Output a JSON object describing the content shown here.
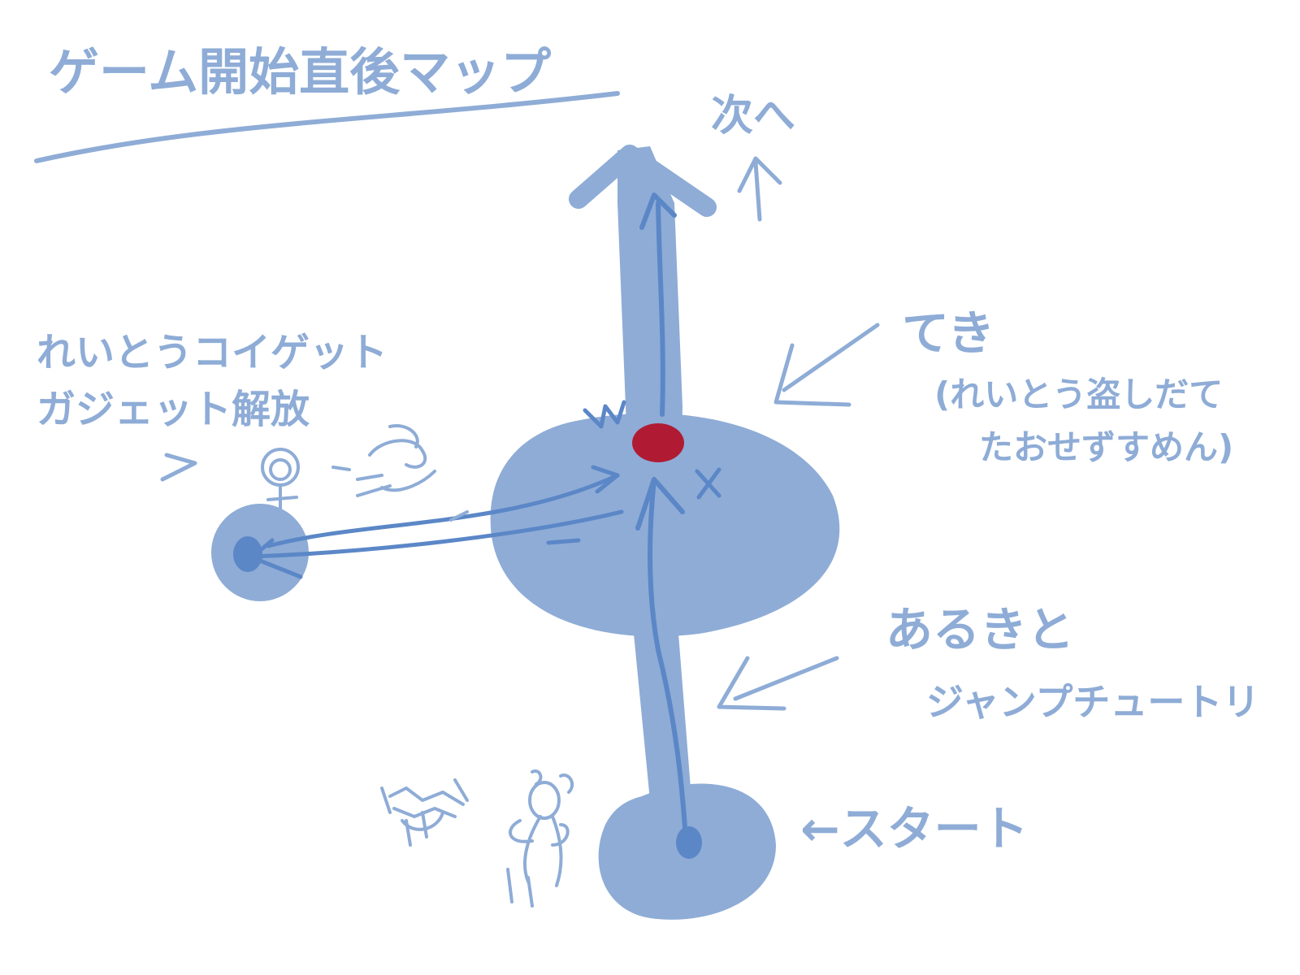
{
  "title": "ゲーム開始直後マップ",
  "labels": {
    "next": "次へ",
    "enemy": "てき",
    "enemy_note_line1": "(れいとう盗しだて",
    "enemy_note_line2": "たおせずすめん)",
    "walk_jump": "あるきと",
    "walk_jump_line2": "ジャンプチュートリ",
    "start": "←スタート",
    "gadget_line1": "れいとうコイゲット",
    "gadget_line2": "ガジェット解放"
  },
  "colors": {
    "path_fill": "#8eacd6",
    "ink_dark": "#5b87c7",
    "enemy_marker": "#b01b33",
    "background": "#ffffff"
  },
  "icons": {
    "enemy": "red-dot-enemy-icon",
    "player_start": "player-dot-icon",
    "gadget_spot": "player-dot-icon",
    "character_sketch": "stick-figure-icon"
  }
}
